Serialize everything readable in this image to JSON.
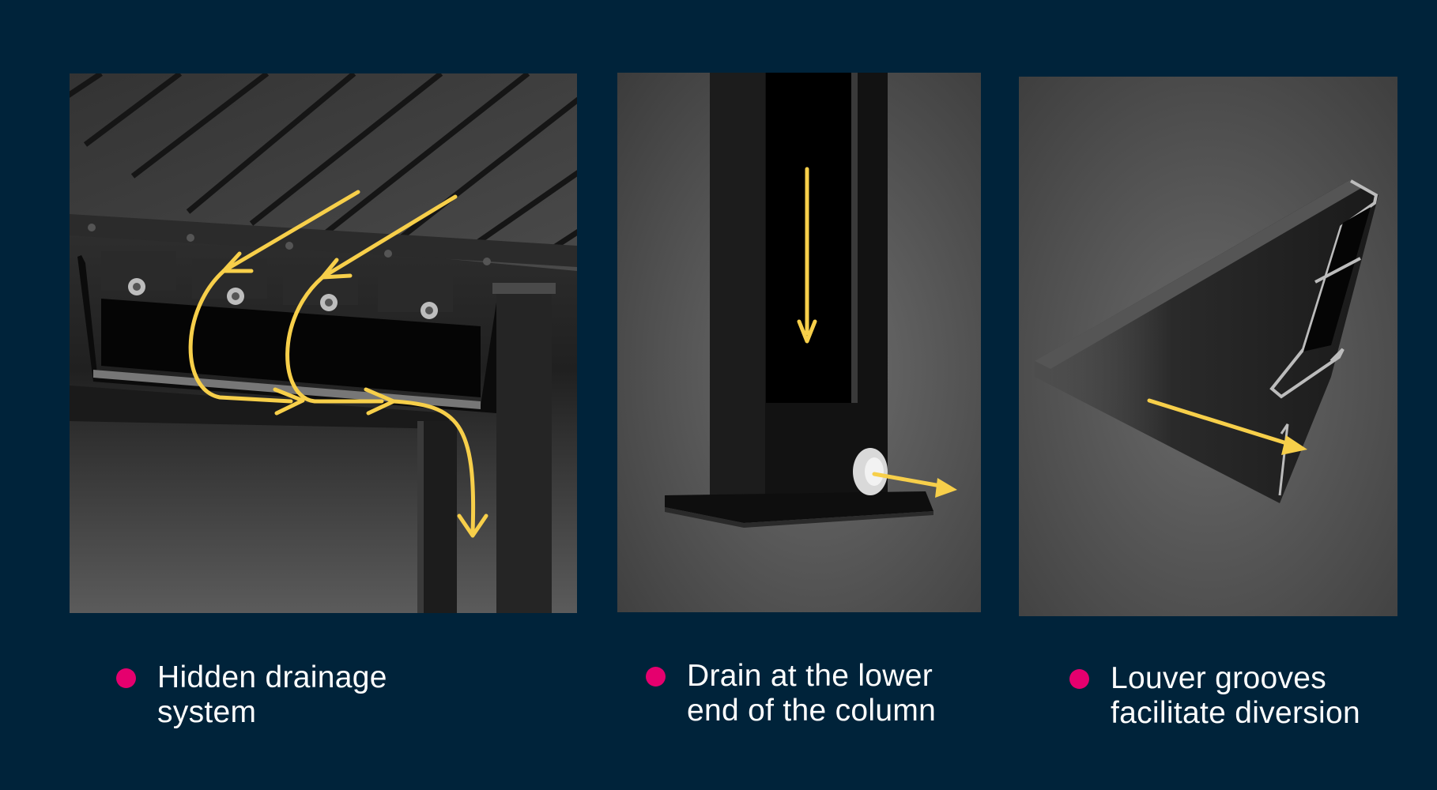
{
  "colors": {
    "background": "#00233a",
    "bullet": "#e5006e",
    "arrow": "#f7cf4a"
  },
  "panels": [
    {
      "icon": "roof-drainage-gutter-illustration",
      "caption": "Hidden drainage system"
    },
    {
      "icon": "column-drain-illustration",
      "caption": "Drain at the lower\nend of the column"
    },
    {
      "icon": "louver-profile-illustration",
      "caption": "Louver grooves\nfacilitate diversion"
    }
  ]
}
